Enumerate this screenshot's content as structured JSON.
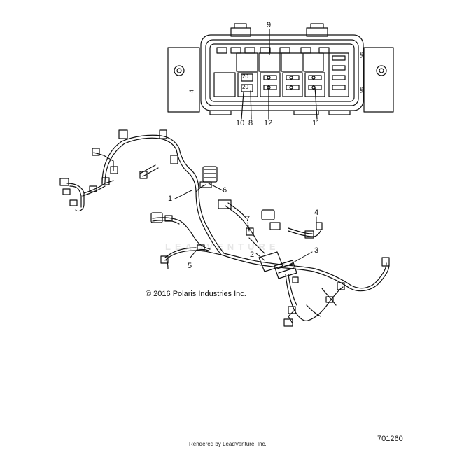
{
  "callouts": {
    "c1": "1",
    "c2": "2",
    "c3": "3",
    "c4": "4",
    "c5": "5",
    "c6": "6",
    "c7": "7",
    "c8": "8",
    "c9": "9",
    "c10": "10",
    "c11": "11",
    "c12": "12"
  },
  "fuse_box": {
    "fuse_rating_top": "20",
    "fuse_rating_bottom": "20",
    "side_mark_top": "45",
    "side_mark_bottom": "48",
    "corner_mark": "4"
  },
  "watermark": "LEADVENTURE",
  "copyright": "© 2016 Polaris Industries Inc.",
  "part_number": "701260",
  "rendered_by": "Rendered by LeadVenture, Inc."
}
